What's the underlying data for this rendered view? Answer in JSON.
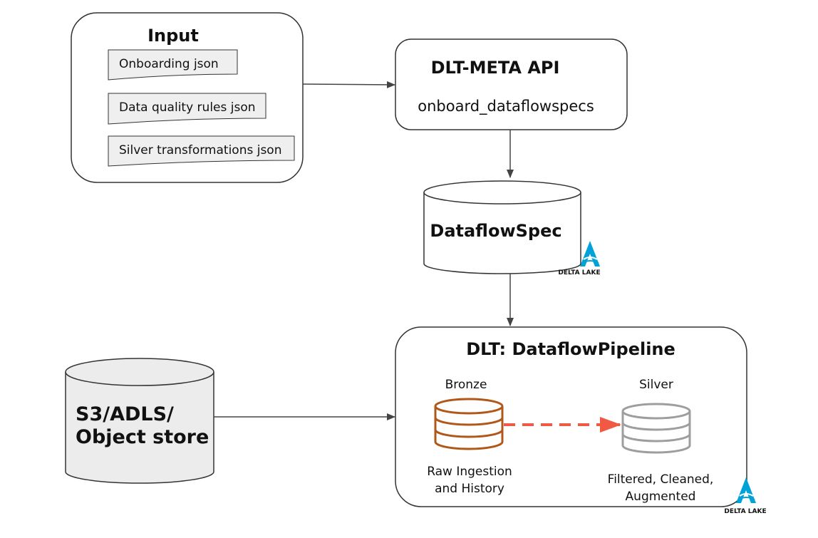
{
  "input": {
    "title": "Input",
    "docs": [
      "Onboarding json",
      "Data quality rules json",
      "Silver transformations json"
    ]
  },
  "api": {
    "title": "DLT-META API",
    "function": "onboard_dataflowspecs"
  },
  "dataflow_spec": {
    "label": "DataflowSpec",
    "badge": "DELTA LAKE"
  },
  "source": {
    "line1": "S3/ADLS/",
    "line2": "Object store"
  },
  "pipeline": {
    "title": "DLT: DataflowPipeline",
    "bronze": {
      "label": "Bronze",
      "desc1": "Raw Ingestion",
      "desc2": "and History"
    },
    "silver": {
      "label": "Silver",
      "desc1": "Filtered, Cleaned,",
      "desc2": "Augmented"
    },
    "badge": "DELTA LAKE"
  },
  "colors": {
    "bronze": "#b0581a",
    "silver": "#9e9e9e",
    "dashed_arrow": "#f05a45",
    "delta_lake": "#00a2d8",
    "doc_fill": "#efefef",
    "cylinder_fill": "#ececec"
  }
}
